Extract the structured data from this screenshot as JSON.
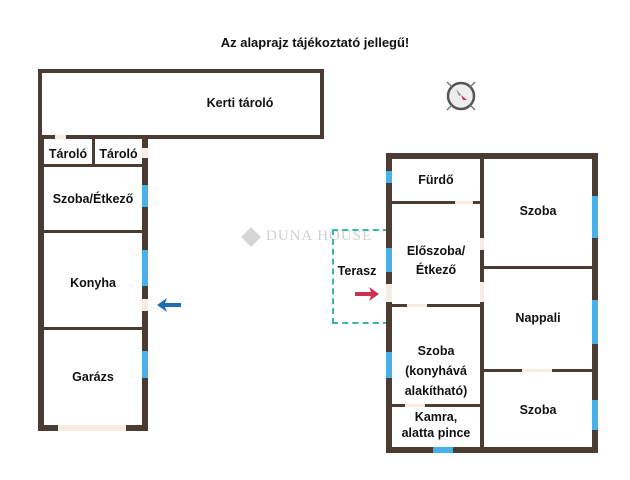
{
  "header": {
    "title": "Az alaprajz tájékoztató jellegű!"
  },
  "watermark": {
    "brand": "DUNA HOUSE",
    "icon": "diamond-logo-icon"
  },
  "compass": {
    "icon": "compass-icon"
  },
  "colors": {
    "wall": "#4a3c33",
    "window": "#4ab0e8",
    "door": "#f5ece4",
    "terrace_outline": "#3ab7a4",
    "entry_arrow_left": "#1f6fb5",
    "entry_arrow_right": "#d0304f"
  },
  "outbuilding": {
    "rooms": [
      {
        "id": "kerti-tarolo",
        "label": "Kerti tároló"
      },
      {
        "id": "tarolo-1",
        "label": "Tároló"
      },
      {
        "id": "tarolo-2",
        "label": "Tároló"
      },
      {
        "id": "szoba-etkezo",
        "label": "Szoba/Étkező"
      },
      {
        "id": "konyha",
        "label": "Konyha"
      },
      {
        "id": "garazs",
        "label": "Garázs"
      }
    ]
  },
  "house": {
    "terrace": {
      "label": "Terasz"
    },
    "rooms": [
      {
        "id": "furdo",
        "label": "Fürdő"
      },
      {
        "id": "szoba-1",
        "label": "Szoba"
      },
      {
        "id": "eloszoba",
        "label_line1": "Előszoba/",
        "label_line2": "Étkező"
      },
      {
        "id": "nappali",
        "label": "Nappali"
      },
      {
        "id": "szoba-konyha",
        "label_line1": "Szoba",
        "label_line2": "(konyhává",
        "label_line3": "alakítható)"
      },
      {
        "id": "szoba-2",
        "label": "Szoba"
      },
      {
        "id": "kamra",
        "label_line1": "Kamra,",
        "label_line2": "alatta pince"
      }
    ]
  }
}
